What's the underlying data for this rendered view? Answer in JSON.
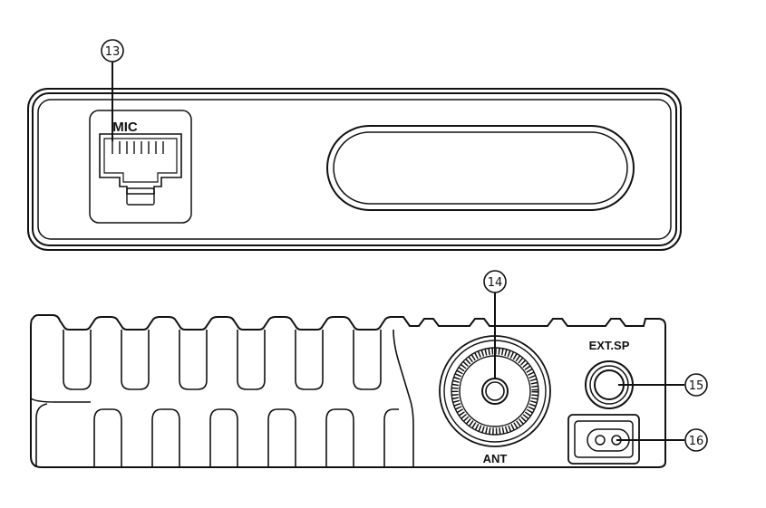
{
  "front_panel": {
    "callout_number": "13",
    "mic_label": "MIC"
  },
  "rear_panel": {
    "ant_callout_number": "14",
    "ant_label": "ANT",
    "ext_sp_label": "EXT.SP",
    "ext_sp_callout_number": "15",
    "power_callout_number": "16"
  },
  "colors": {
    "line": "#111111",
    "background": "#ffffff"
  }
}
